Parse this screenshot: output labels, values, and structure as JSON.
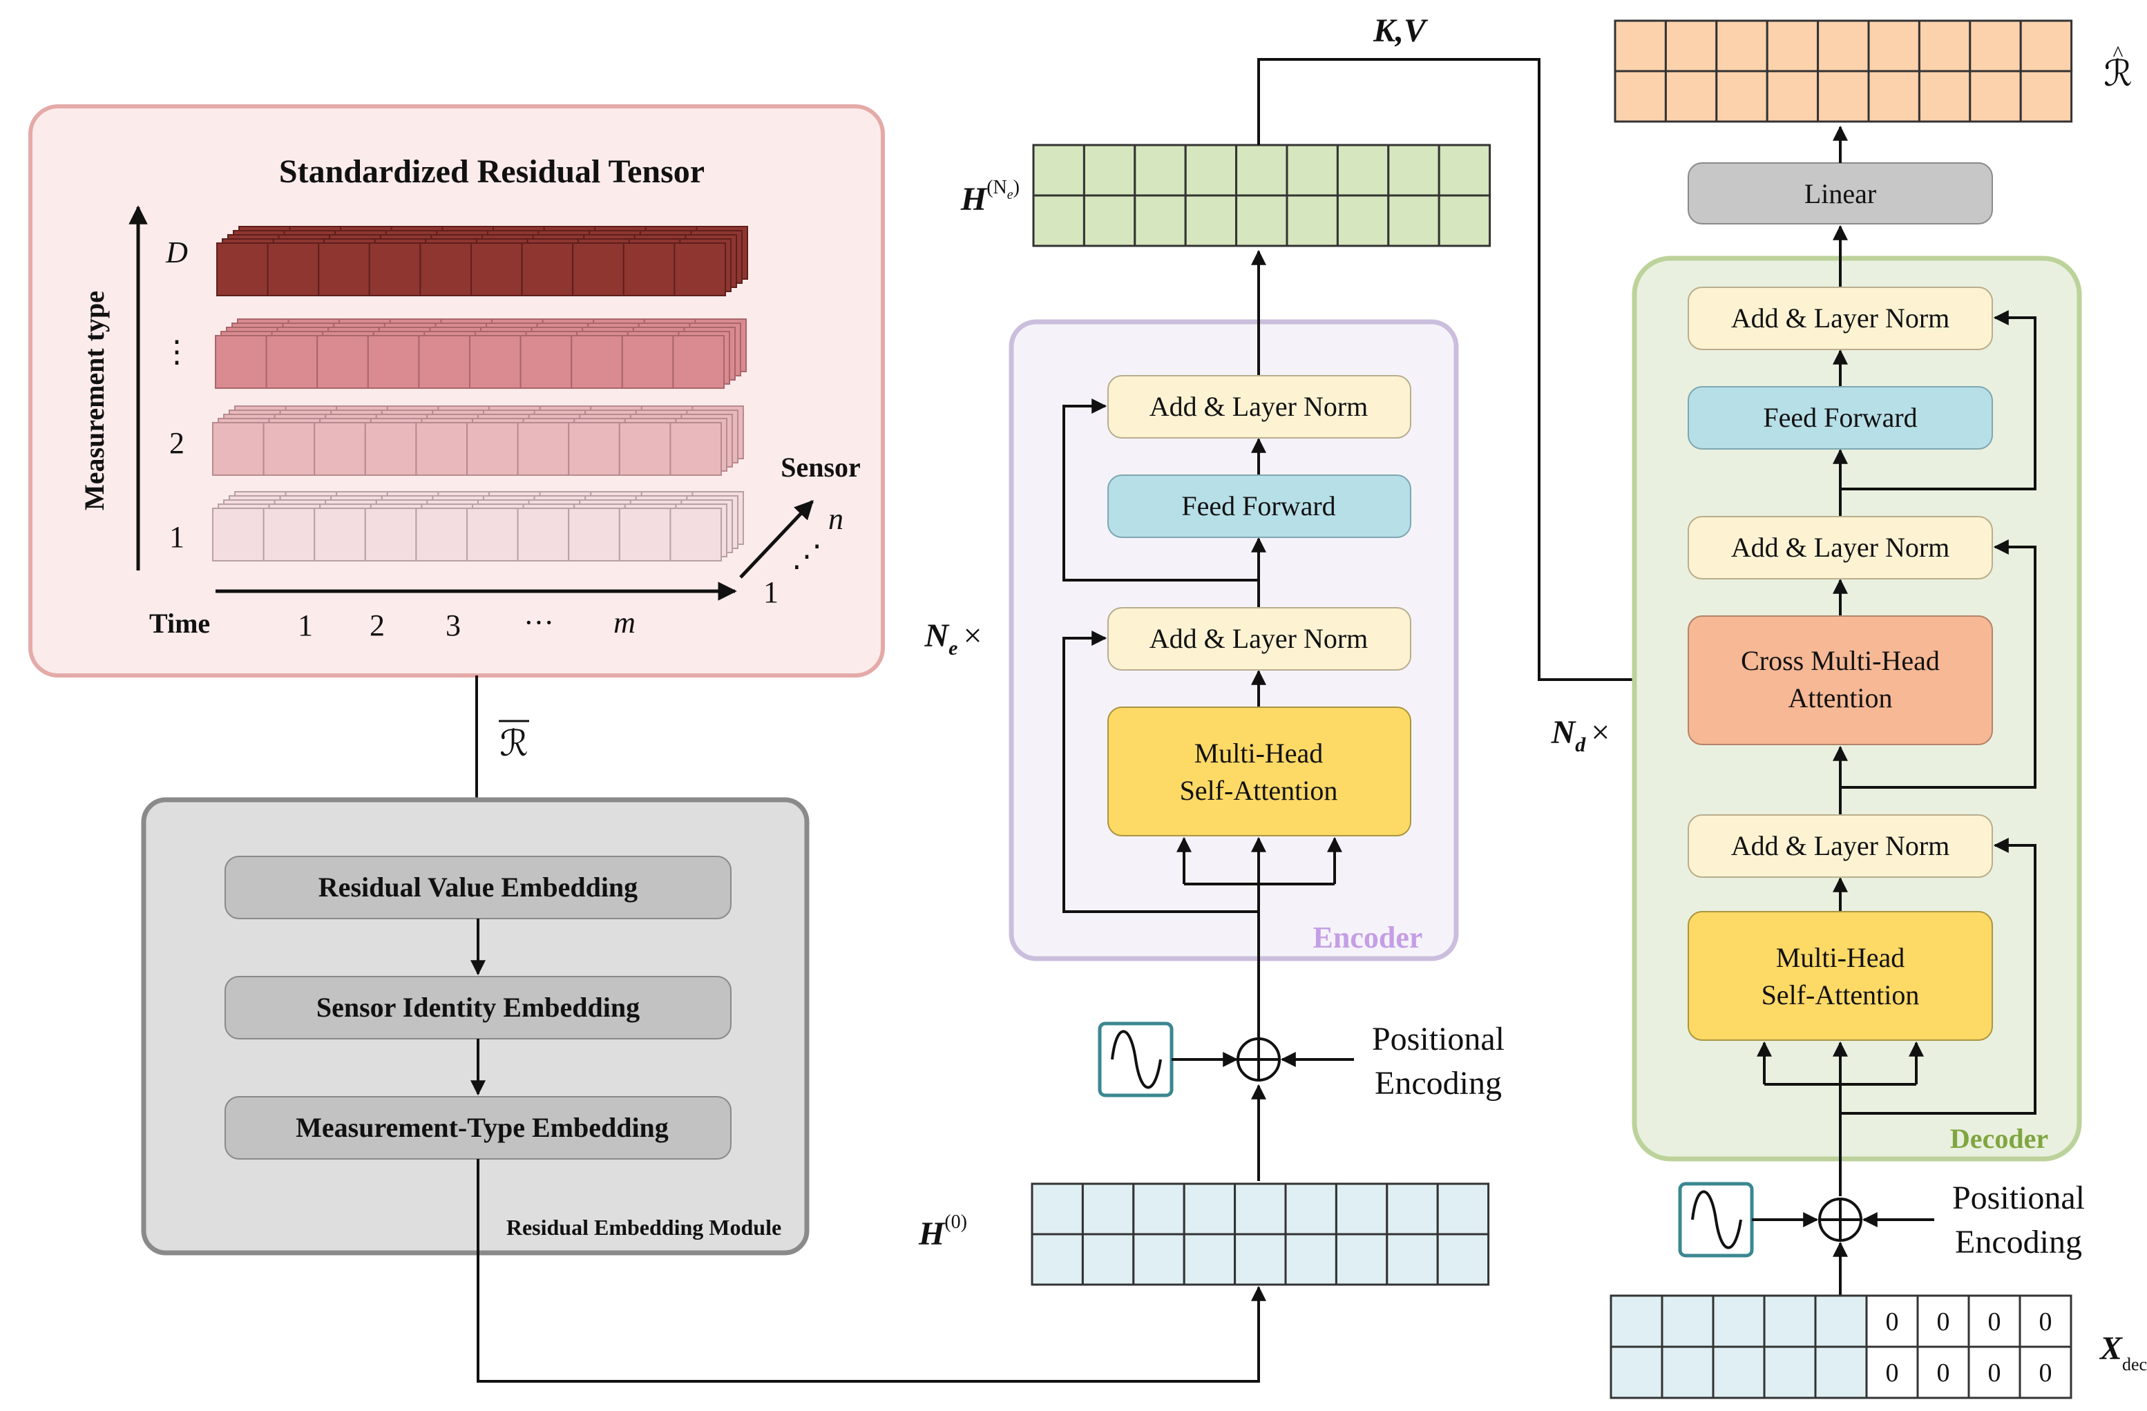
{
  "tensor_module": {
    "title": "Standardized Residual Tensor",
    "y_axis_label": "Measurement type",
    "layer_labels": [
      "1",
      "2",
      "⋮",
      "D"
    ],
    "x_axis_label": "Time",
    "time_ticks": [
      "1",
      "2",
      "3",
      "···",
      "m"
    ],
    "sensor_label": "Sensor",
    "sensor_ticks": [
      "1",
      "⋰",
      "n"
    ],
    "layer_colors": [
      "#f4dde0",
      "#e8b8bd",
      "#d98b91",
      "#8f3631"
    ]
  },
  "r_bar_label": "ℛ",
  "embedding_module": {
    "items": [
      "Residual Value Embedding",
      "Sensor Identity Embedding",
      "Measurement-Type Embedding"
    ],
    "module_label": "Residual Embedding Module"
  },
  "encoder": {
    "label": "Encoder",
    "repeat_label": "N",
    "repeat_sub": "e",
    "times": "×",
    "blocks": {
      "self_attention_line1": "Multi-Head",
      "self_attention_line2": "Self-Attention",
      "add_norm_1": "Add & Layer Norm",
      "feed_forward": "Feed Forward",
      "add_norm_2": "Add & Layer Norm"
    },
    "positional_encoding_line1": "Positional",
    "positional_encoding_line2": "Encoding",
    "input_label": "H",
    "input_sup": "(0)",
    "output_label": "H",
    "output_sup_base": "(N",
    "output_sup_sub": "e",
    "output_sup_close": ")"
  },
  "kv_label": "K,V",
  "decoder": {
    "label": "Decoder",
    "repeat_label": "N",
    "repeat_sub": "d",
    "times": "×",
    "blocks": {
      "self_attention_line1": "Multi-Head",
      "self_attention_line2": "Self-Attention",
      "add_norm_1": "Add & Layer Norm",
      "cross_attention_line1": "Cross Multi-Head",
      "cross_attention_line2": "Attention",
      "add_norm_2": "Add & Layer Norm",
      "feed_forward": "Feed Forward",
      "add_norm_3": "Add & Layer Norm"
    },
    "linear": "Linear",
    "output_label": "ℛ",
    "positional_encoding_line1": "Positional",
    "positional_encoding_line2": "Encoding",
    "input_label": "X",
    "input_sub": "dec",
    "zero_cells": [
      "0",
      "0",
      "0",
      "0",
      "0",
      "0",
      "0",
      "0"
    ]
  },
  "colors": {
    "tensor_panel_bg": "#fcebeb",
    "tensor_panel_border": "#e4aaa8",
    "embed_panel_bg": "#dedede",
    "embed_panel_border": "#8a8a8a",
    "embed_item": "#c2c2c2",
    "encoder_bg": "#f5f3f9",
    "encoder_border": "#cbbedd",
    "encoder_label": "#c59ee6",
    "decoder_bg": "#eaf0df",
    "decoder_border": "#bcd29b",
    "decoder_label": "#7fa640",
    "add_norm": "#fdf3d3",
    "feed_forward": "#b7dfe8",
    "attention": "#fdd966",
    "cross_attention": "#f6b895",
    "linear": "#c7c7c7",
    "grid_green": "#d6e6be",
    "grid_blue": "#dfeff3",
    "grid_orange": "#fcd2ad",
    "pe_border": "#3a8791"
  }
}
